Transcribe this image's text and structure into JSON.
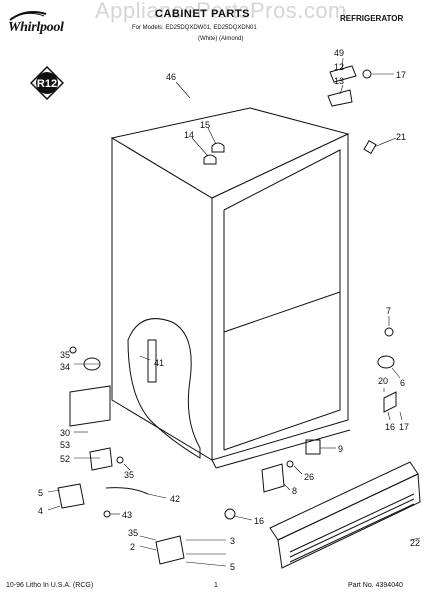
{
  "header": {
    "brand": "Whirlpool",
    "watermark": "AppliancePartsPros.com",
    "title": "CABINET PARTS",
    "subtitle": "REFRIGERATOR",
    "models": "For Models: ED25DQXDW01, ED25DQXDN01",
    "colors": "(White)    (Almond)"
  },
  "badge": {
    "text": "R12"
  },
  "callouts": [
    {
      "id": "c1",
      "label": "46"
    },
    {
      "id": "c2",
      "label": "49"
    },
    {
      "id": "c3",
      "label": "12"
    },
    {
      "id": "c4",
      "label": "13"
    },
    {
      "id": "c5",
      "label": "17"
    },
    {
      "id": "c6",
      "label": "14"
    },
    {
      "id": "c7",
      "label": "15"
    },
    {
      "id": "c8",
      "label": "21"
    },
    {
      "id": "c9",
      "label": "7"
    },
    {
      "id": "c10",
      "label": "35"
    },
    {
      "id": "c11",
      "label": "34"
    },
    {
      "id": "c12",
      "label": "41"
    },
    {
      "id": "c13",
      "label": "6"
    },
    {
      "id": "c14",
      "label": "20"
    },
    {
      "id": "c15",
      "label": "30"
    },
    {
      "id": "c16",
      "label": "53"
    },
    {
      "id": "c17",
      "label": "52"
    },
    {
      "id": "c18",
      "label": "16"
    },
    {
      "id": "c19",
      "label": "17"
    },
    {
      "id": "c20",
      "label": "9"
    },
    {
      "id": "c21",
      "label": "26"
    },
    {
      "id": "c22",
      "label": "35"
    },
    {
      "id": "c23",
      "label": "8"
    },
    {
      "id": "c24",
      "label": "5"
    },
    {
      "id": "c25",
      "label": "42"
    },
    {
      "id": "c26",
      "label": "4"
    },
    {
      "id": "c27",
      "label": "43"
    },
    {
      "id": "c28",
      "label": "16"
    },
    {
      "id": "c29",
      "label": "35"
    },
    {
      "id": "c30",
      "label": "22"
    },
    {
      "id": "c31",
      "label": "3"
    },
    {
      "id": "c32",
      "label": "2"
    },
    {
      "id": "c33",
      "label": "5"
    }
  ],
  "footer": {
    "left": "10-96 Litho In U.S.A. (RCG)",
    "page": "1",
    "part_no": "Part No. 4394040"
  }
}
